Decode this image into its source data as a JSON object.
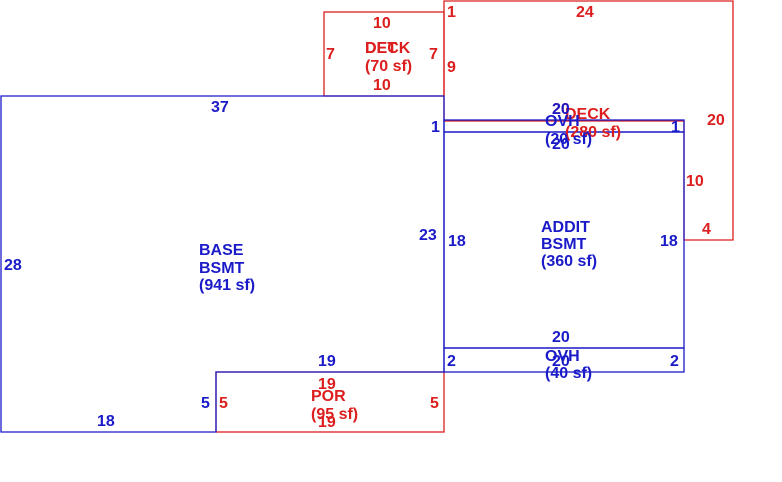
{
  "colors": {
    "blue": "#1a1ac8",
    "red": "#dc1e1e"
  },
  "areas": {
    "base": {
      "line1": "BASE",
      "line2": "BSMT",
      "line3": "(941 sf)"
    },
    "addit": {
      "line1": "ADDIT",
      "line2": "BSMT",
      "line3": "(360 sf)"
    },
    "deck_large": {
      "line1": "DECK",
      "line2": "(280 sf)"
    },
    "deck_small": {
      "line1": "DECK",
      "line2": "(70 sf)"
    },
    "det": {
      "line1": "DET"
    },
    "ovh_top": {
      "line1": "OVH",
      "line2": "(20 sf)"
    },
    "ovh_bottom": {
      "line1": "OVH",
      "line2": "(40 sf)"
    },
    "por": {
      "line1": "POR",
      "line2": "(95 sf)"
    }
  },
  "dimensions": {
    "base_top": "37",
    "base_left": "28",
    "base_bottom": "18",
    "base_inner_right": "23",
    "base_notch": "5",
    "base_notch_top": "19",
    "addit_left": "18",
    "addit_right": "18",
    "ovh_top_width": "20",
    "ovh_top_bottom": "20",
    "ovh_top_left": "1",
    "ovh_top_right": "1",
    "ovh_bottom_top": "20",
    "ovh_bottom_bottom": "20",
    "ovh_bottom_left": "2",
    "ovh_bottom_right": "2",
    "deck_small_top": "10",
    "deck_small_bottom": "10",
    "deck_small_left": "7",
    "deck_small_right": "7",
    "deck_large_top": "24",
    "deck_large_top_left": "1",
    "deck_large_left": "9",
    "deck_large_inner_top": "20",
    "deck_large_right": "20",
    "deck_large_step": "10",
    "deck_large_bottom": "4",
    "por_top": "19",
    "por_bottom": "19",
    "por_left": "5",
    "por_right": "5"
  }
}
